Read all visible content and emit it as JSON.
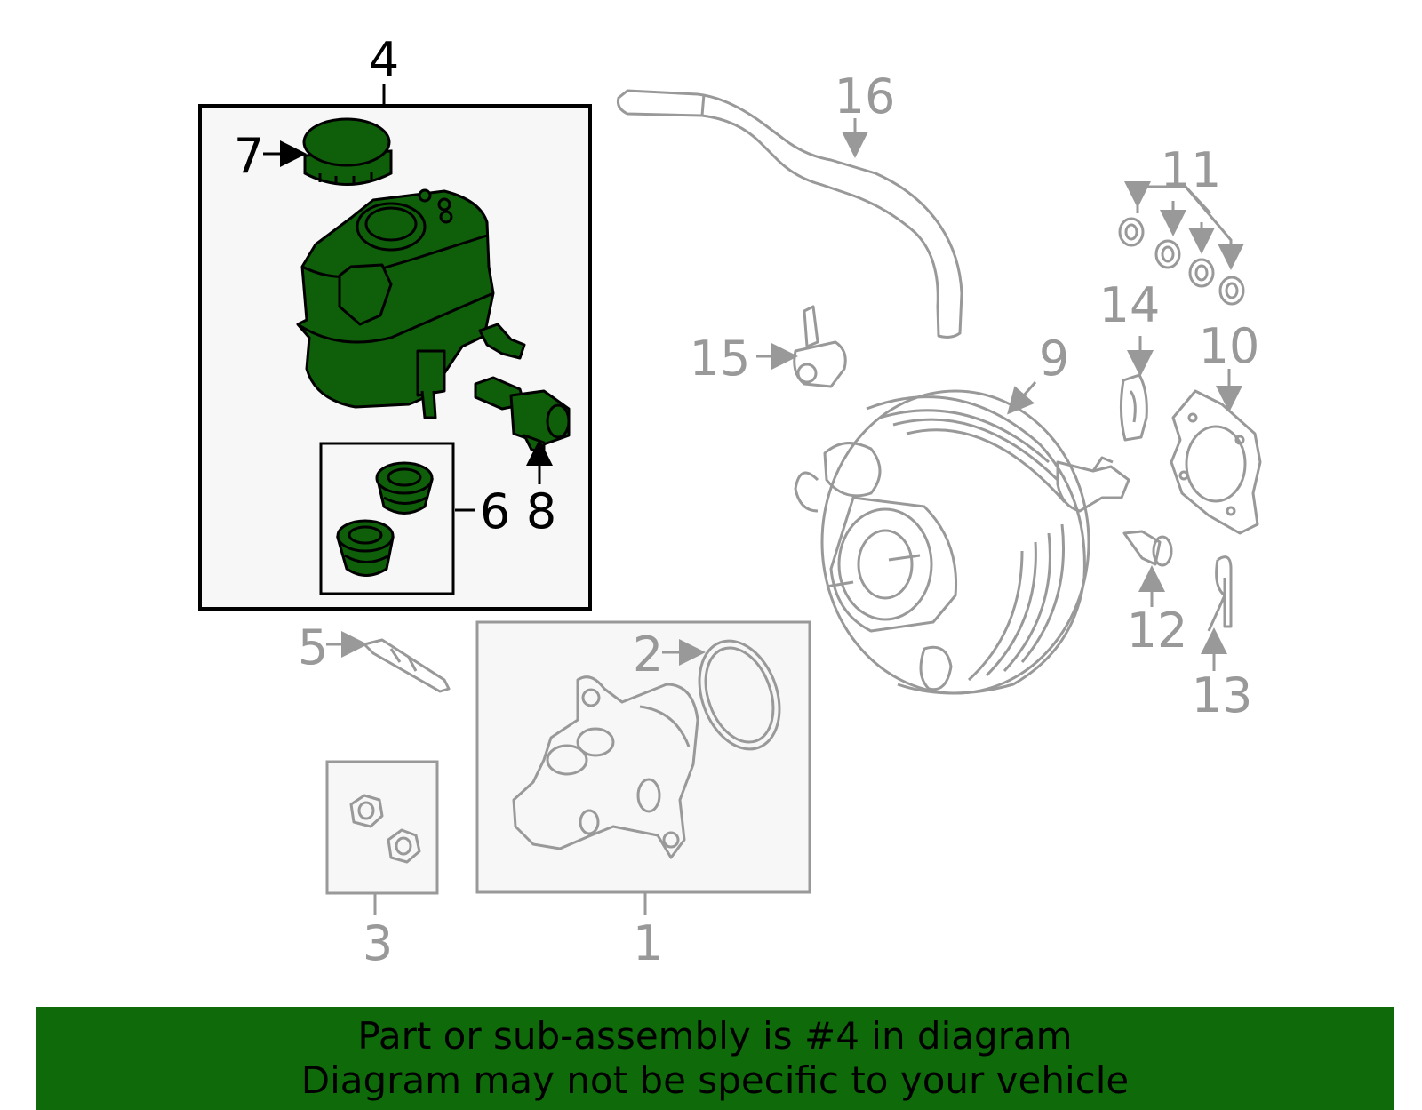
{
  "colors": {
    "highlight_fill": "#0f5e0a",
    "banner_bg": "#0f6a0a",
    "dark_line": "#000000",
    "grey_line": "#999999",
    "box_fill": "#f7f7f7"
  },
  "callouts": {
    "c1": "1",
    "c2": "2",
    "c3": "3",
    "c4": "4",
    "c5": "5",
    "c6": "6",
    "c7": "7",
    "c8": "8",
    "c9": "9",
    "c10": "10",
    "c11": "11",
    "c12": "12",
    "c13": "13",
    "c14": "14",
    "c15": "15",
    "c16": "16"
  },
  "banner": {
    "line1": "Part or sub-assembly is #4 in diagram",
    "line2": "Diagram may not be specific to your vehicle"
  }
}
